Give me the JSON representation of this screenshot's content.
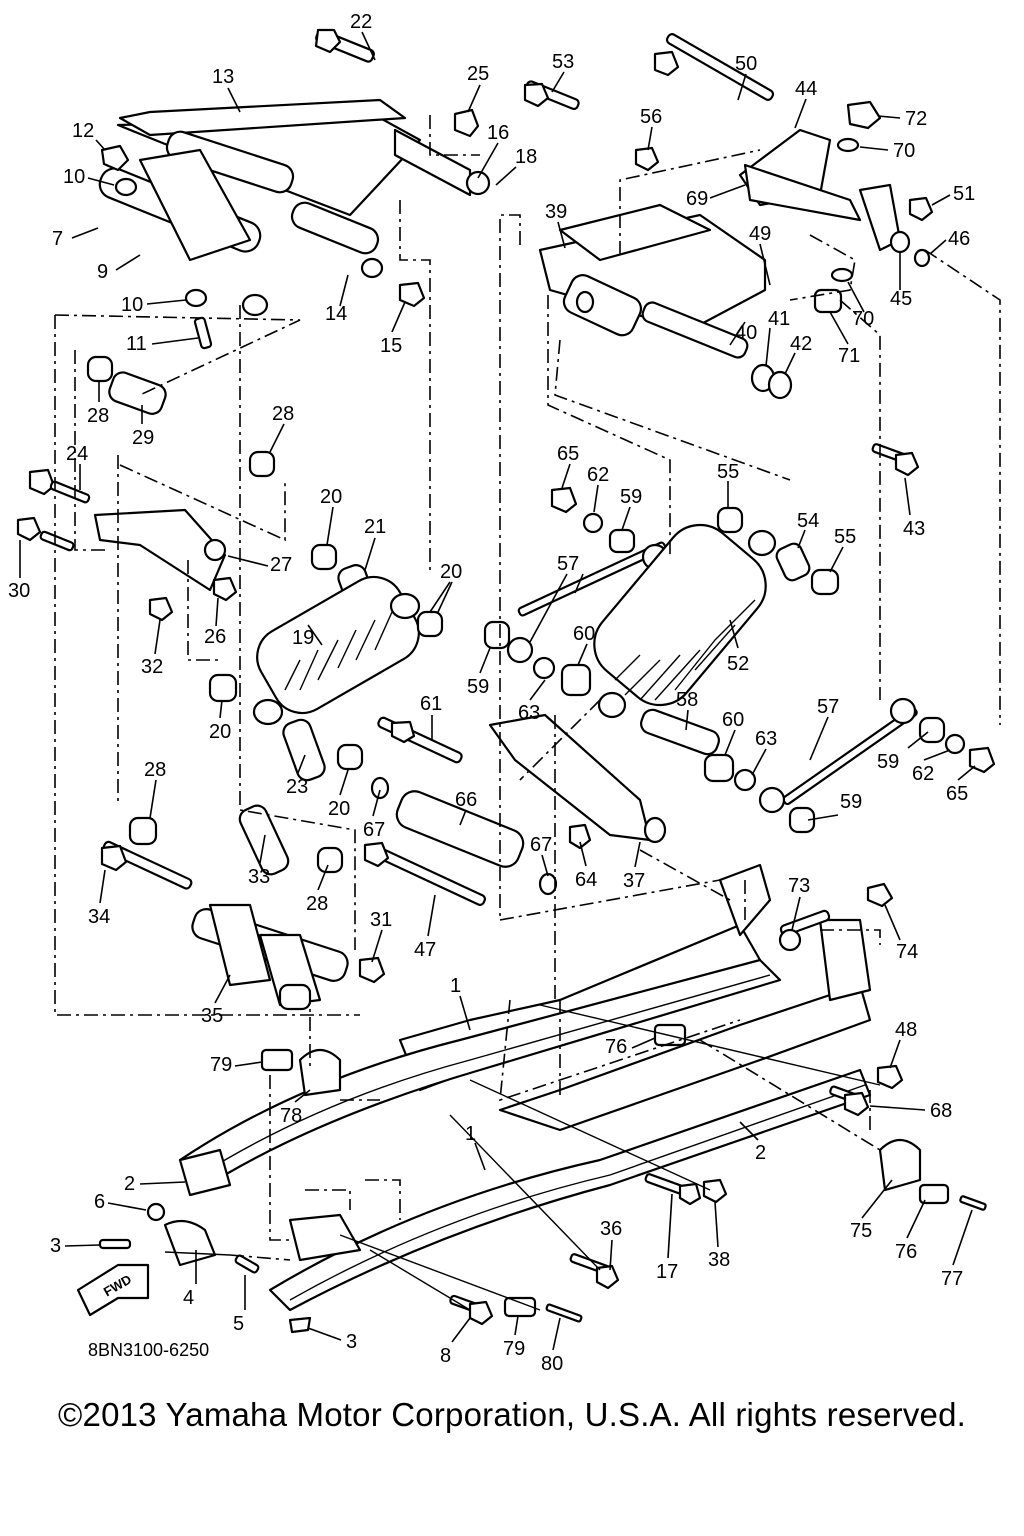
{
  "diagram": {
    "drawing_code": "8BN3100-6250",
    "fwd_label": "FWD",
    "copyright": "©2013 Yamaha Motor Corporation, U.S.A. All rights reserved.",
    "callouts": [
      "22",
      "13",
      "25",
      "53",
      "50",
      "44",
      "72",
      "12",
      "16",
      "56",
      "70",
      "10",
      "18",
      "39",
      "69",
      "51",
      "7",
      "49",
      "46",
      "9",
      "10",
      "14",
      "15",
      "70",
      "45",
      "11",
      "71",
      "40",
      "41",
      "42",
      "28",
      "29",
      "28",
      "43",
      "24",
      "65",
      "62",
      "55",
      "20",
      "21",
      "59",
      "54",
      "55",
      "30",
      "27",
      "57",
      "20",
      "26",
      "19",
      "60",
      "52",
      "32",
      "59",
      "61",
      "58",
      "20",
      "63",
      "28",
      "60",
      "63",
      "57",
      "23",
      "20",
      "67",
      "66",
      "59",
      "62",
      "65",
      "33",
      "28",
      "67",
      "64",
      "37",
      "59",
      "34",
      "73",
      "31",
      "47",
      "74",
      "1",
      "35",
      "48",
      "76",
      "79",
      "78",
      "68",
      "1",
      "2",
      "2",
      "6",
      "36",
      "3",
      "17",
      "38",
      "75",
      "4",
      "76",
      "77",
      "5",
      "8",
      "79",
      "80",
      "3"
    ]
  }
}
